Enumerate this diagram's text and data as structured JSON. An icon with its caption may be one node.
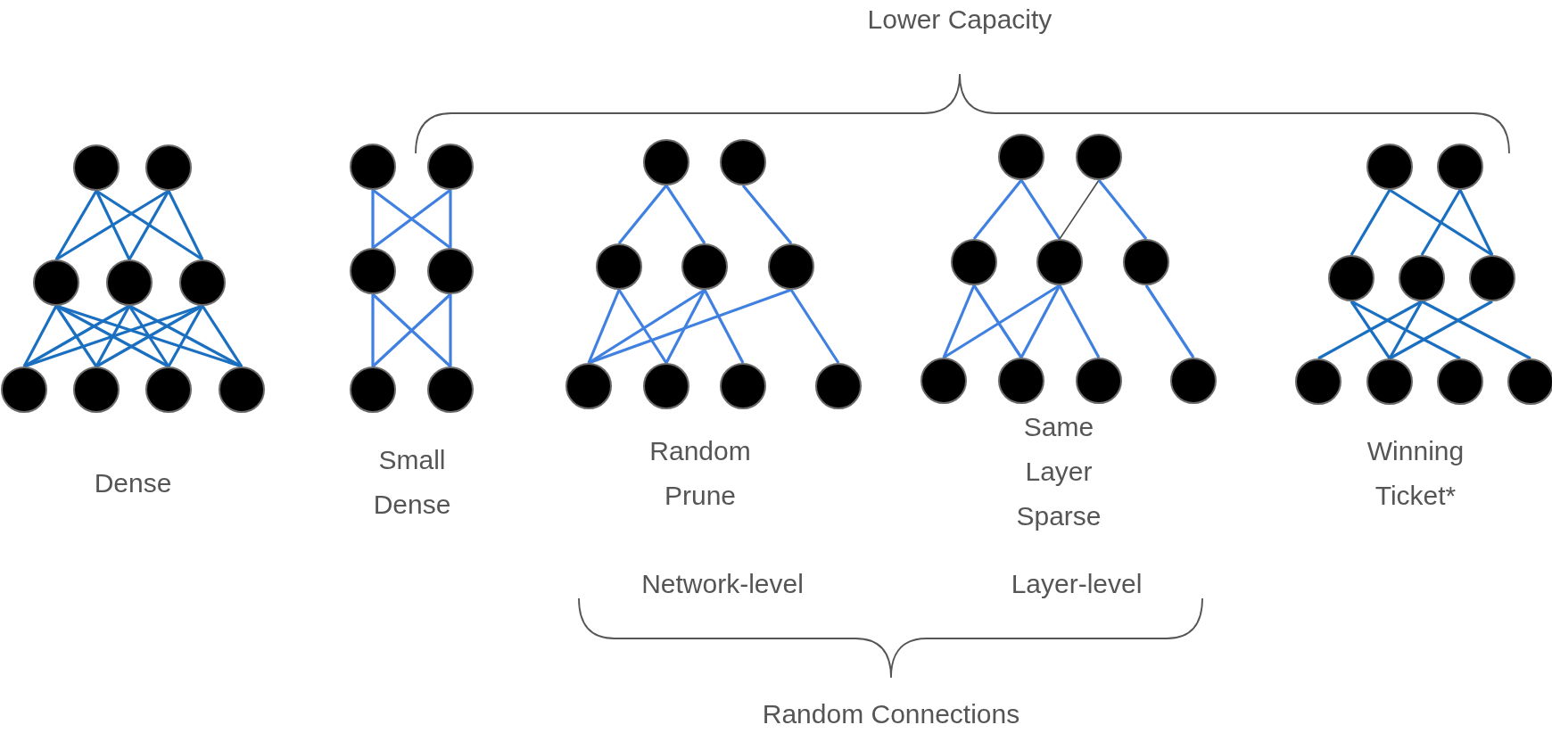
{
  "diagram": {
    "nodes": [
      {
        "text": [],
        "shape": "circle"
      },
      {
        "text": [],
        "shape": "circle"
      },
      {
        "text": [],
        "shape": "circle"
      },
      {
        "text": [],
        "shape": "circle"
      },
      {
        "text": [],
        "shape": "circle"
      },
      {
        "text": [],
        "shape": "circle"
      },
      {
        "text": [],
        "shape": "circle"
      },
      {
        "text": [],
        "shape": "circle"
      },
      {
        "text": [],
        "shape": "circle"
      },
      {
        "text": [],
        "shape": "circle"
      },
      {
        "text": [],
        "shape": "circle"
      },
      {
        "text": [],
        "shape": "circle"
      },
      {
        "text": [],
        "shape": "circle"
      },
      {
        "text": [],
        "shape": "circle"
      },
      {
        "text": [],
        "shape": "circle"
      },
      {
        "text": [],
        "shape": "circle"
      },
      {
        "text": [],
        "shape": "circle"
      },
      {
        "text": [],
        "shape": "circle"
      },
      {
        "text": [],
        "shape": "circle"
      },
      {
        "text": [],
        "shape": "circle"
      },
      {
        "text": [],
        "shape": "circle"
      },
      {
        "text": [],
        "shape": "circle"
      },
      {
        "text": [],
        "shape": "circle"
      },
      {
        "text": [],
        "shape": "circle"
      },
      {
        "text": [],
        "shape": "circle"
      },
      {
        "text": [],
        "shape": "circle"
      },
      {
        "text": [],
        "shape": "circle"
      },
      {
        "text": [],
        "shape": "circle"
      },
      {
        "text": [],
        "shape": "circle"
      },
      {
        "text": [],
        "shape": "circle"
      },
      {
        "text": [],
        "shape": "circle"
      },
      {
        "text": [],
        "shape": "circle"
      },
      {
        "text": [],
        "shape": "circle"
      },
      {
        "text": [],
        "shape": "circle"
      },
      {
        "text": [],
        "shape": "circle"
      },
      {
        "text": [],
        "shape": "circle"
      },
      {
        "text": [],
        "shape": "circle"
      },
      {
        "text": [],
        "shape": "circle"
      },
      {
        "text": [],
        "shape": "circle"
      },
      {
        "text": [],
        "shape": "circle"
      },
      {
        "text": [],
        "shape": "circle"
      },
      {
        "text": [],
        "shape": "circle"
      }
    ],
    "edges": [
      {
        "from": 0,
        "to": 2,
        "arrow": "none",
        "color": "#1a6fc0"
      },
      {
        "from": 0,
        "to": 3,
        "arrow": "none",
        "color": "#1a6fc0"
      },
      {
        "from": 0,
        "to": 4,
        "arrow": "none",
        "color": "#1a6fc0"
      },
      {
        "from": 1,
        "to": 2,
        "arrow": "none",
        "color": "#1a6fc0"
      },
      {
        "from": 1,
        "to": 3,
        "arrow": "none",
        "color": "#1a6fc0"
      },
      {
        "from": 1,
        "to": 4,
        "arrow": "none",
        "color": "#1a6fc0"
      },
      {
        "from": 2,
        "to": 5,
        "arrow": "none",
        "color": "#1a6fc0"
      },
      {
        "from": 2,
        "to": 6,
        "arrow": "none",
        "color": "#1a6fc0"
      },
      {
        "from": 2,
        "to": 7,
        "arrow": "none",
        "color": "#1a6fc0"
      },
      {
        "from": 2,
        "to": 8,
        "arrow": "none",
        "color": "#1a6fc0"
      },
      {
        "from": 3,
        "to": 5,
        "arrow": "none",
        "color": "#1a6fc0"
      },
      {
        "from": 3,
        "to": 6,
        "arrow": "none",
        "color": "#1a6fc0"
      },
      {
        "from": 3,
        "to": 7,
        "arrow": "none",
        "color": "#1a6fc0"
      },
      {
        "from": 3,
        "to": 8,
        "arrow": "none",
        "color": "#1a6fc0"
      },
      {
        "from": 4,
        "to": 5,
        "arrow": "none",
        "color": "#1a6fc0"
      },
      {
        "from": 4,
        "to": 6,
        "arrow": "none",
        "color": "#1a6fc0"
      },
      {
        "from": 4,
        "to": 7,
        "arrow": "none",
        "color": "#1a6fc0"
      },
      {
        "from": 4,
        "to": 8,
        "arrow": "none",
        "color": "#1a6fc0"
      },
      {
        "from": 9,
        "to": 11,
        "arrow": "none"
      },
      {
        "from": 9,
        "to": 12,
        "arrow": "none"
      },
      {
        "from": 10,
        "to": 11,
        "arrow": "none"
      },
      {
        "from": 10,
        "to": 12,
        "arrow": "none"
      },
      {
        "from": 11,
        "to": 13,
        "arrow": "none"
      },
      {
        "from": 11,
        "to": 14,
        "arrow": "none"
      },
      {
        "from": 12,
        "to": 13,
        "arrow": "none"
      },
      {
        "from": 12,
        "to": 14,
        "arrow": "none"
      },
      {
        "from": 15,
        "to": 17,
        "arrow": "none"
      },
      {
        "from": 15,
        "to": 18,
        "arrow": "none"
      },
      {
        "from": 16,
        "to": 19,
        "arrow": "none"
      },
      {
        "from": 17,
        "to": 20,
        "arrow": "none"
      },
      {
        "from": 17,
        "to": 21,
        "arrow": "none"
      },
      {
        "from": 18,
        "to": 20,
        "arrow": "none"
      },
      {
        "from": 18,
        "to": 21,
        "arrow": "none"
      },
      {
        "from": 18,
        "to": 22,
        "arrow": "none"
      },
      {
        "from": 19,
        "to": 20,
        "arrow": "none"
      },
      {
        "from": 19,
        "to": 23,
        "arrow": "none"
      },
      {
        "from": 24,
        "to": 26,
        "arrow": "none"
      },
      {
        "from": 24,
        "to": 27,
        "arrow": "none"
      },
      {
        "from": 25,
        "to": 27,
        "arrow": "none",
        "color": "#4a4a4a"
      },
      {
        "from": 25,
        "to": 28,
        "arrow": "none"
      },
      {
        "from": 26,
        "to": 29,
        "arrow": "none"
      },
      {
        "from": 26,
        "to": 30,
        "arrow": "none"
      },
      {
        "from": 27,
        "to": 29,
        "arrow": "none"
      },
      {
        "from": 27,
        "to": 30,
        "arrow": "none"
      },
      {
        "from": 27,
        "to": 31,
        "arrow": "none"
      },
      {
        "from": 28,
        "to": 32,
        "arrow": "none"
      },
      {
        "from": 33,
        "to": 35,
        "arrow": "none",
        "color": "#1a6fc0"
      },
      {
        "from": 33,
        "to": 37,
        "arrow": "none",
        "color": "#1a6fc0"
      },
      {
        "from": 34,
        "to": 36,
        "arrow": "none",
        "color": "#1a6fc0"
      },
      {
        "from": 34,
        "to": 37,
        "arrow": "none",
        "color": "#1a6fc0"
      },
      {
        "from": 35,
        "to": 39,
        "arrow": "none",
        "color": "#1a6fc0"
      },
      {
        "from": 35,
        "to": 40,
        "arrow": "none",
        "color": "#1a6fc0"
      },
      {
        "from": 36,
        "to": 38,
        "arrow": "none",
        "color": "#1a6fc0"
      },
      {
        "from": 36,
        "to": 39,
        "arrow": "none",
        "color": "#1a6fc0"
      },
      {
        "from": 36,
        "to": 41,
        "arrow": "none",
        "color": "#1a6fc0"
      },
      {
        "from": 37,
        "to": 39,
        "arrow": "none",
        "color": "#1a6fc0"
      }
    ],
    "labels": [
      "Lower Capacity",
      "Dense",
      "Small Dense",
      "Random Prune",
      "Same Layer Sparse",
      "Winning Ticket*",
      "Network-level",
      "Layer-level",
      "Random Connections"
    ]
  }
}
